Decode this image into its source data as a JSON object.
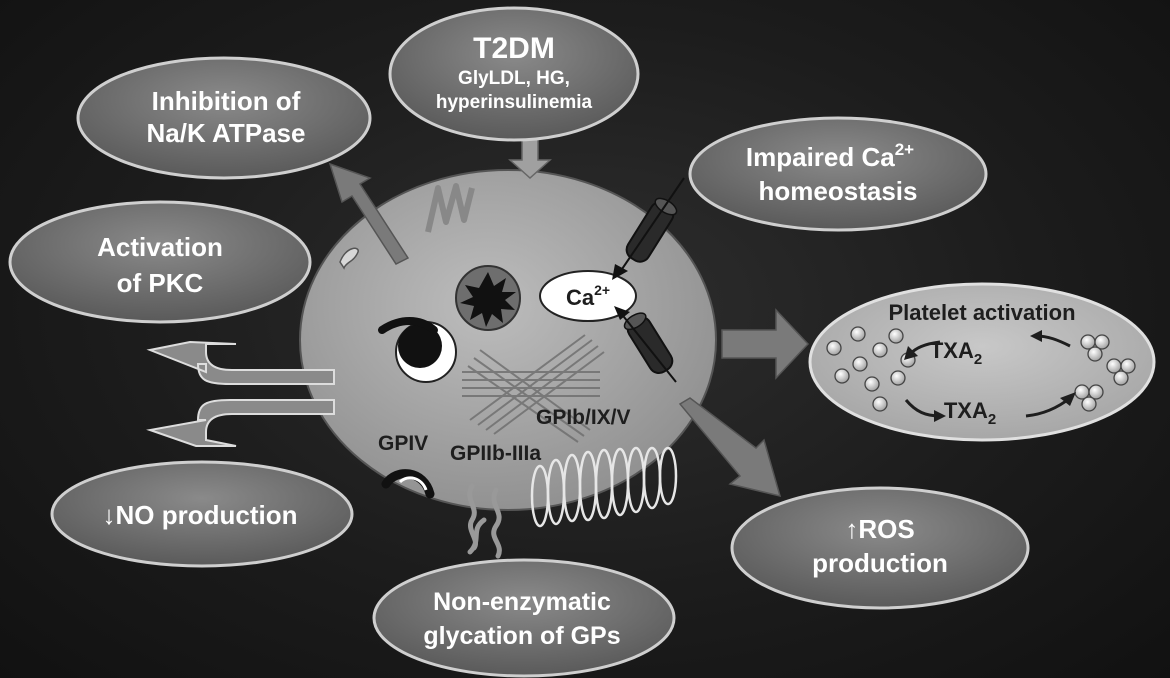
{
  "diagram": {
    "center": {
      "receptor_labels": {
        "gpib": "GPIb/IX/V",
        "gpiv": "GPIV",
        "gpiib": "GPIIb-IIIa"
      },
      "calcium": {
        "base": "Ca",
        "sup": "2+"
      }
    },
    "bubbles": {
      "t2dm": {
        "title": "T2DM",
        "line1": "GlyLDL, HG,",
        "line2": "hyperinsulinemia"
      },
      "na_k": {
        "line1": "Inhibition of",
        "line2": "Na/K ATPase"
      },
      "pkc": {
        "line1": "Activation",
        "line2": "of PKC"
      },
      "no": {
        "arrow": "↓",
        "text": "NO production"
      },
      "calcium": {
        "line1_base": "Impaired Ca",
        "line1_sup": "2+",
        "line2": "homeostasis"
      },
      "platelet": {
        "title": "Platelet activation",
        "txa_top_base": "TXA",
        "txa_top_sub": "2",
        "txa_bottom_base": "TXA",
        "txa_bottom_sub": "2"
      },
      "ros": {
        "arrow": "↑",
        "line1": "ROS",
        "line2": "production"
      },
      "glycation": {
        "line1": "Non-enzymatic",
        "line2": "glycation of GPs"
      }
    }
  }
}
